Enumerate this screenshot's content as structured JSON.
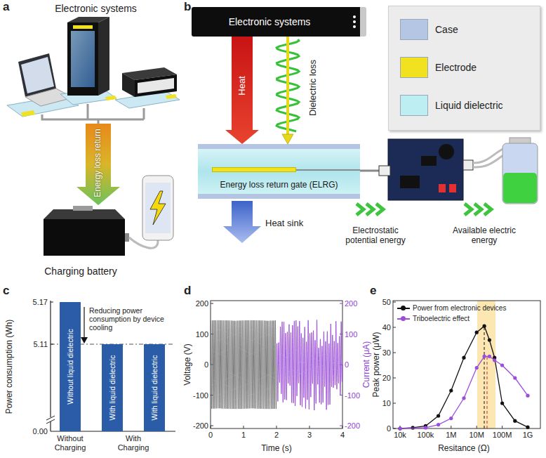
{
  "diagram": {
    "nodes": [
      {
        "text": [
          "Electronic systems"
        ]
      },
      {
        "text": [
          "Charging battery"
        ]
      },
      {
        "text": [
          "Electronic systems"
        ]
      },
      {
        "text": [
          "Energy loss return gate (ELRG)"
        ]
      },
      {
        "text": [
          "Without liquid dielectric"
        ]
      },
      {
        "text": [
          "With liquid dielectric"
        ]
      },
      {
        "text": [
          "With liquid dielectric"
        ]
      }
    ],
    "edges": [
      {
        "from": 0,
        "to": 1,
        "label": "Energy loss return",
        "arrow": "to"
      },
      {
        "from": 2,
        "to": 3,
        "label": "Heat",
        "arrow": "to"
      },
      {
        "from": 2,
        "to": 3,
        "label": "Dielectric loss",
        "arrow": "to"
      }
    ],
    "labels": [
      "a",
      "b",
      "c",
      "d",
      "e",
      "Heat sink",
      "Electrostatic potential energy",
      "Available electric energy",
      "Power consumption (Wh)",
      "5.17",
      "5.11",
      "0.00",
      "Reducing power consumption by device cooling",
      "Without Charging",
      "With Charging",
      "Voltage (V)",
      "200",
      "100",
      "0",
      "-100",
      "-200",
      "Current (μA)",
      "200",
      "100",
      "0",
      "-100",
      "-200",
      "0",
      "1",
      "2",
      "3",
      "4",
      "Time (s)",
      "Peak power (μW)",
      "50",
      "40",
      "30",
      "20",
      "10",
      "0",
      "10k",
      "100k",
      "1M",
      "10M",
      "100M",
      "1G",
      "Resitance (Ω)"
    ],
    "legend": [
      {
        "text": "Case",
        "color": "#b4c6e4"
      },
      {
        "text": "Electrode",
        "color": "#f2e11e"
      },
      {
        "text": "Liquid dielectric",
        "color": "#bdeef2"
      },
      {
        "text": "Power from electronic devices"
      },
      {
        "text": "Triboelectric effect"
      }
    ]
  }
}
